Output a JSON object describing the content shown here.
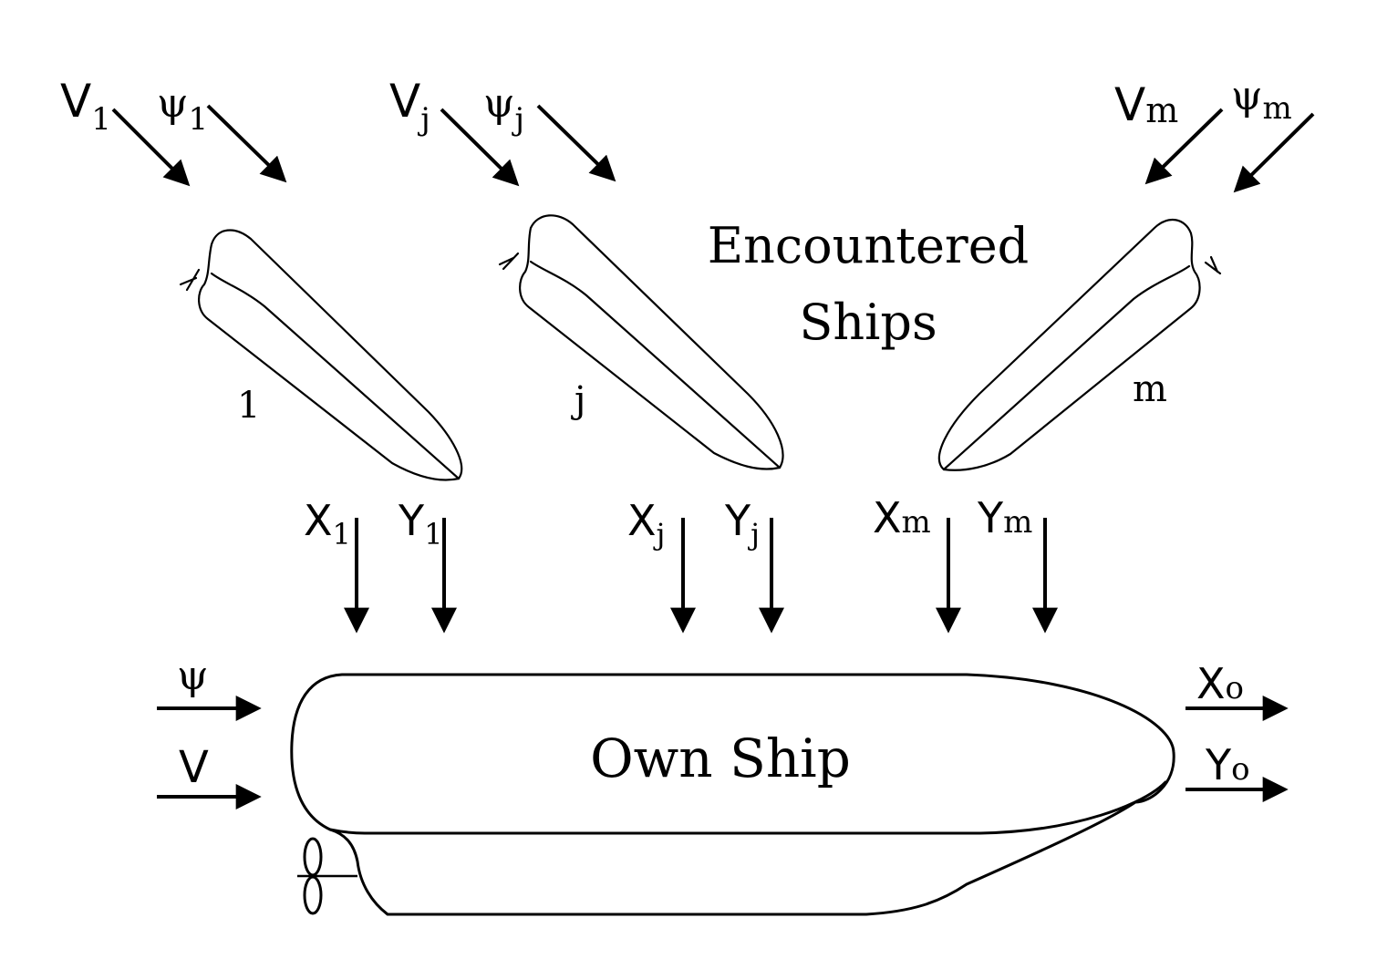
{
  "encountered_ships": [
    {
      "id": "1",
      "velocity": {
        "main": "V",
        "sub": "1"
      },
      "heading": {
        "main": "ψ",
        "sub": "1"
      },
      "force_x": {
        "main": "X",
        "sub": "1"
      },
      "force_y": {
        "main": "Y",
        "sub": "1"
      }
    },
    {
      "id": "j",
      "velocity": {
        "main": "V",
        "sub": "j"
      },
      "heading": {
        "main": "ψ",
        "sub": "j"
      },
      "force_x": {
        "main": "X",
        "sub": "j"
      },
      "force_y": {
        "main": "Y",
        "sub": "j"
      }
    },
    {
      "id": "m",
      "velocity": {
        "main": "V",
        "sub": "m"
      },
      "heading": {
        "main": "ψ",
        "sub": "m"
      },
      "force_x": {
        "main": "X",
        "sub": "m"
      },
      "force_y": {
        "main": "Y",
        "sub": "m"
      }
    }
  ],
  "encountered_label": {
    "line1": "Encountered",
    "line2": "Ships"
  },
  "own_ship": {
    "label": "Own Ship",
    "heading_input": "ψ",
    "velocity_input": "V",
    "force_x_out": {
      "main": "X",
      "sub": "o"
    },
    "force_y_out": {
      "main": "Y",
      "sub": "o"
    }
  }
}
